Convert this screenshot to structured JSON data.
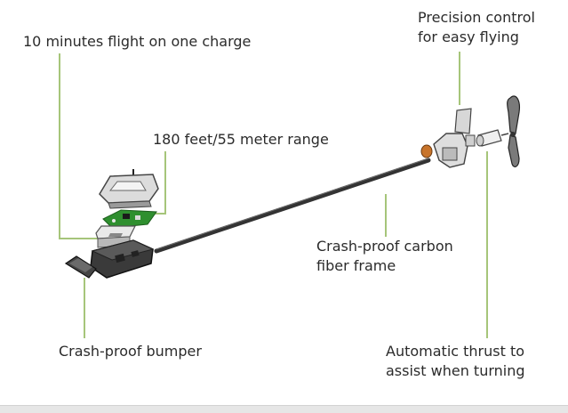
{
  "labels": {
    "flight_time": "10 minutes flight on one charge",
    "range": "180 feet/55 meter range",
    "precision_line1": "Precision control",
    "precision_line2": "for easy flying",
    "frame_line1": "Crash-proof carbon",
    "frame_line2": "fiber frame",
    "bumper": "Crash-proof bumper",
    "thrust_line1": "Automatic thrust to",
    "thrust_line2": "assist when turning"
  },
  "colors": {
    "callout_line": "#a6c57a",
    "pcb": "#2f8f2f",
    "frame_rod": "#333333",
    "text": "#2b2b2b"
  }
}
